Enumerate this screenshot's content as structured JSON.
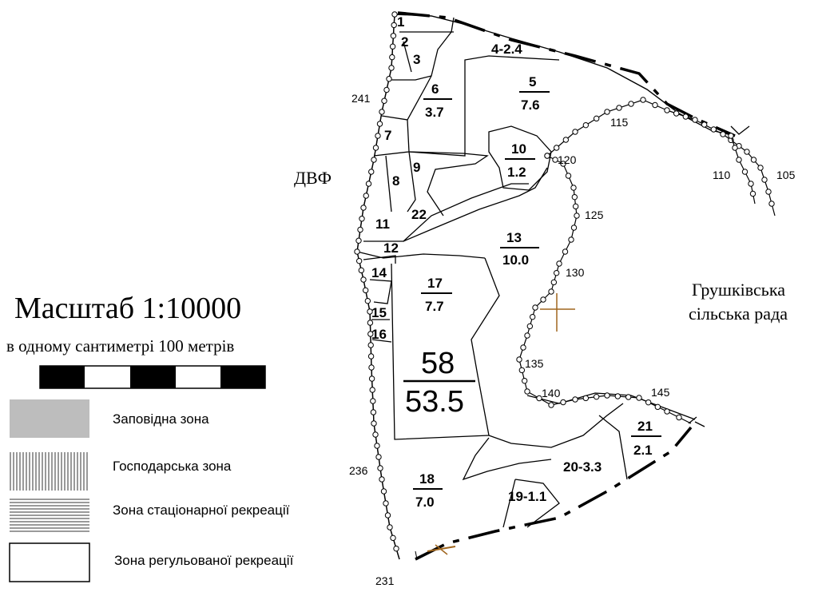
{
  "scale": {
    "title": "Масштаб  1:10000",
    "subtitle": "в одному сантиметрі 100 метрів"
  },
  "regions": {
    "left": "ДВФ",
    "right_line1": "Грушківська",
    "right_line2": "сільська рада"
  },
  "legend": [
    {
      "label": "Заповідна зона",
      "pattern": "solid-gray",
      "color": "#bdbdbd"
    },
    {
      "label": "Господарська зона",
      "pattern": "vertical-hatch",
      "color": "#000000"
    },
    {
      "label": "Зона стаціонарної рекреації",
      "pattern": "horizontal-hatch",
      "color": "#000000"
    },
    {
      "label": "Зона регульованої рекреації",
      "pattern": "empty",
      "color": "#ffffff"
    }
  ],
  "plots": {
    "p1": "1",
    "p2": "2",
    "p3": "3",
    "p4": "4-2.4",
    "p5_num": "5",
    "p5_area": "7.6",
    "p6_num": "6",
    "p6_area": "3.7",
    "p7": "7",
    "p8": "8",
    "p9": "9",
    "p10_num": "10",
    "p10_area": "1.2",
    "p11": "11",
    "p12": "12",
    "p13_num": "13",
    "p13_area": "10.0",
    "p14": "14",
    "p15": "15",
    "p16": "16",
    "p17_num": "17",
    "p17_area": "7.7",
    "p18_num": "18",
    "p18_area": "7.0",
    "p19": "19-1.1",
    "p20": "20-3.3",
    "p21_num": "21",
    "p21_area": "2.1",
    "p22": "22",
    "p58_num": "58",
    "p58_area": "53.5"
  },
  "points": {
    "pt241": "241",
    "pt236": "236",
    "pt231": "231",
    "pt120": "120",
    "pt125": "125",
    "pt130": "130",
    "pt135": "135",
    "pt140": "140",
    "pt145": "145",
    "pt115": "115",
    "pt110": "110",
    "pt105": "105"
  },
  "colors": {
    "marker": "#a0661e",
    "gray_zone": "#bdbdbd"
  }
}
